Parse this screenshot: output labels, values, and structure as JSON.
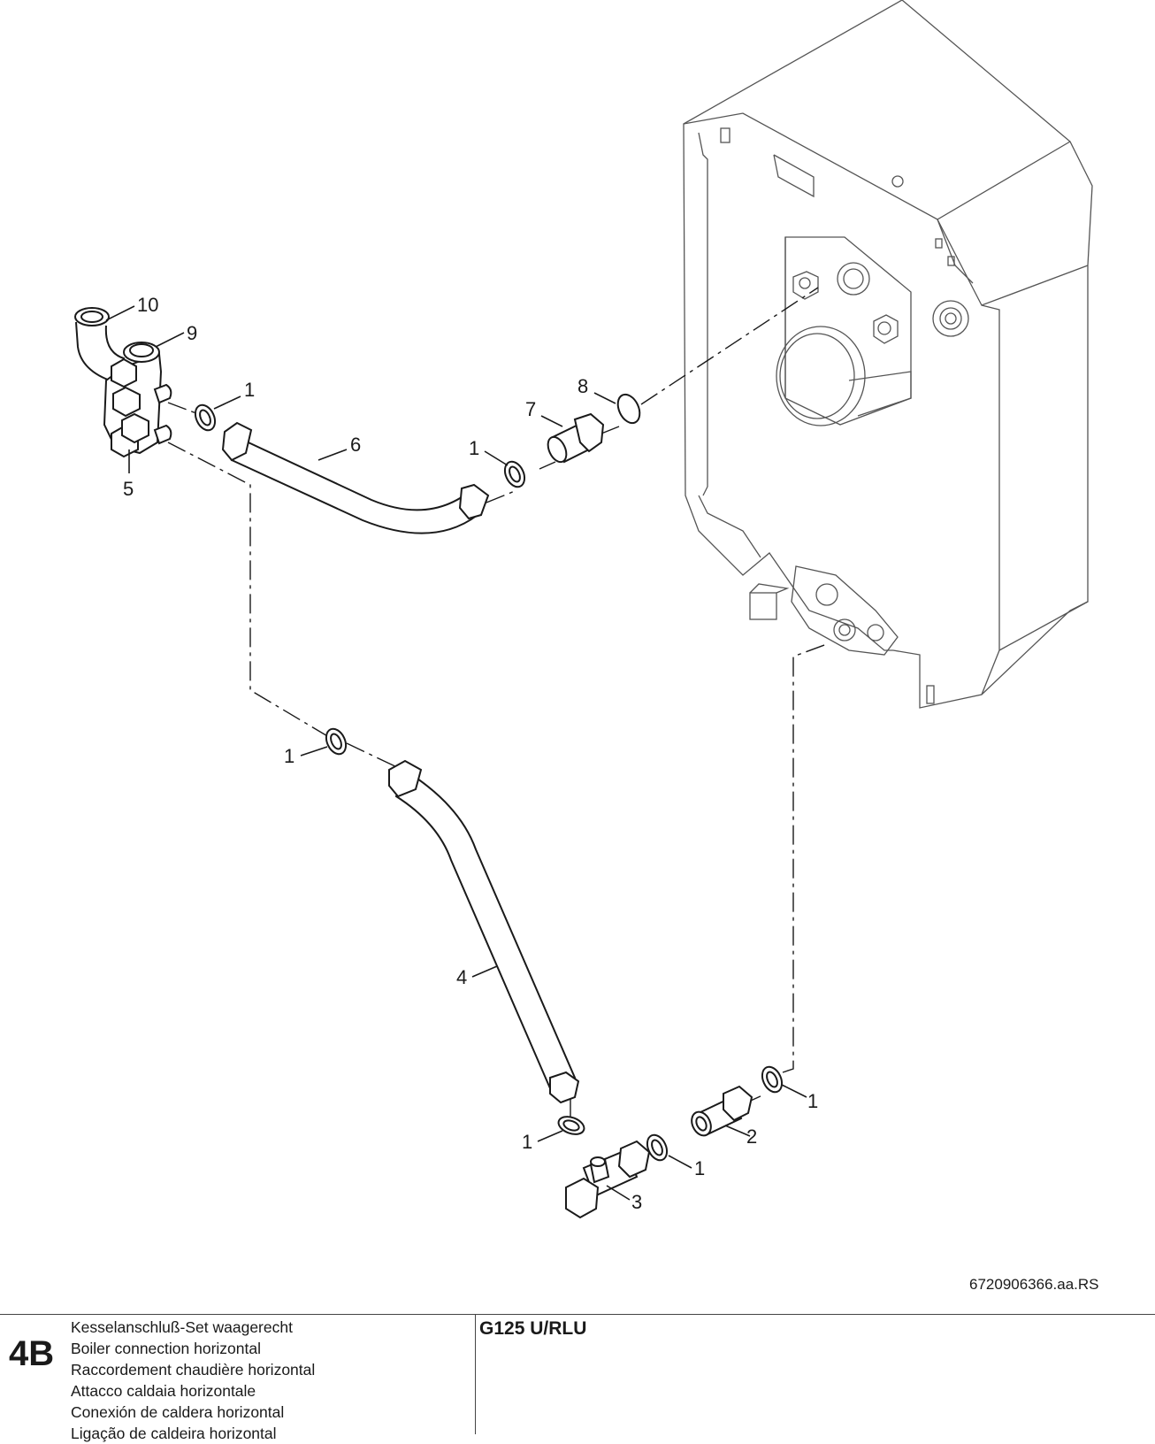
{
  "callouts": [
    {
      "id": "c10",
      "text": "10"
    },
    {
      "id": "c9",
      "text": "9"
    },
    {
      "id": "c1a",
      "text": "1"
    },
    {
      "id": "c6",
      "text": "6"
    },
    {
      "id": "c5",
      "text": "5"
    },
    {
      "id": "c8",
      "text": "8"
    },
    {
      "id": "c7",
      "text": "7"
    },
    {
      "id": "c1b",
      "text": "1"
    },
    {
      "id": "c1c",
      "text": "1"
    },
    {
      "id": "c4",
      "text": "4"
    },
    {
      "id": "c1d",
      "text": "1"
    },
    {
      "id": "c1e",
      "text": "1"
    },
    {
      "id": "c2",
      "text": "2"
    },
    {
      "id": "c1f",
      "text": "1"
    },
    {
      "id": "c3",
      "text": "3"
    }
  ],
  "drawing_ref": "6720906366.aa.RS",
  "footer": {
    "code": "4B",
    "titles": [
      "Kesselanschluß-Set waagerecht",
      "Boiler connection horizontal",
      "Raccordement chaudière horizontal",
      "Attacco caldaia horizontale",
      "Conexión de caldera horizontal",
      "Ligação de caldeira horizontal"
    ],
    "model": "G125 U/RLU"
  }
}
